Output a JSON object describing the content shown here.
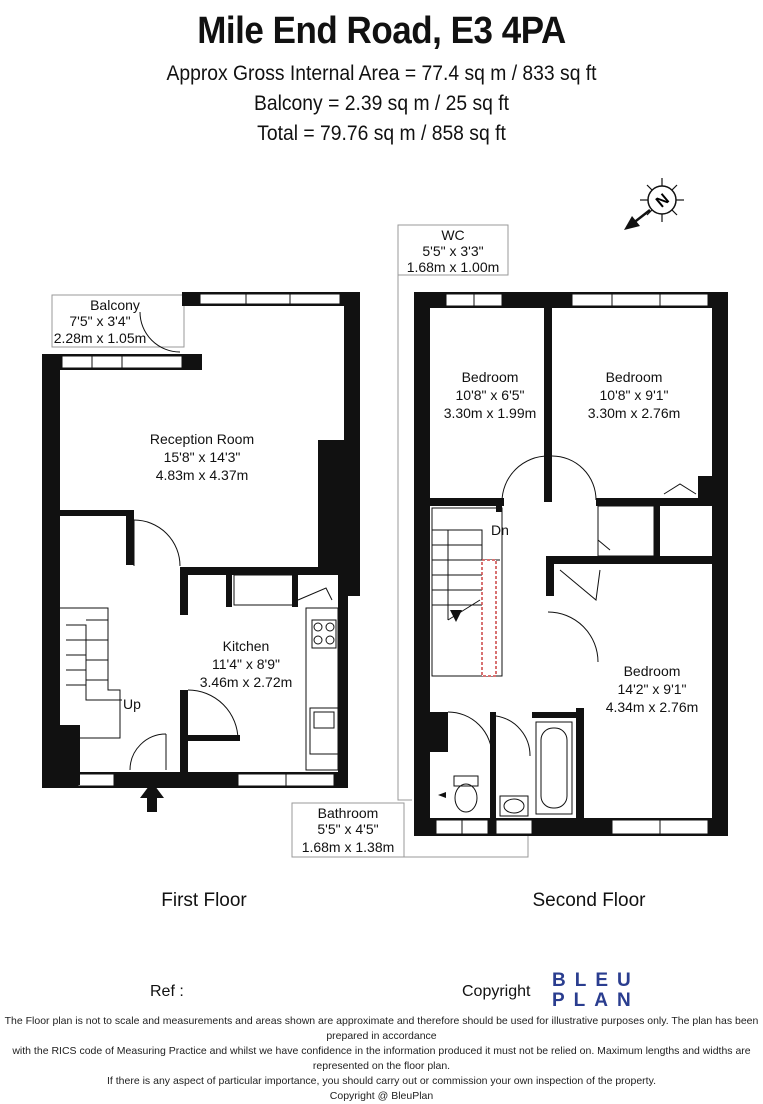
{
  "header": {
    "title": "Mile End Road, E3 4PA",
    "gross_area": "Approx Gross Internal Area = 77.4 sq m / 833 sq ft",
    "balcony_area": "Balcony = 2.39 sq m / 25 sq ft",
    "total_area": "Total = 79.76 sq m / 858 sq ft"
  },
  "compass": {
    "letter": "N",
    "icon": "north-arrow-icon"
  },
  "first_floor": {
    "label": "First Floor",
    "stairs_label": "Up",
    "rooms": {
      "balcony": {
        "name": "Balcony",
        "imperial": "7'5\" x 3'4\"",
        "metric": "2.28m x 1.05m"
      },
      "reception": {
        "name": "Reception Room",
        "imperial": "15'8\" x 14'3\"",
        "metric": "4.83m x 4.37m"
      },
      "kitchen": {
        "name": "Kitchen",
        "imperial": "11'4\" x 8'9\"",
        "metric": "3.46m x 2.72m"
      }
    }
  },
  "second_floor": {
    "label": "Second Floor",
    "stairs_label": "Dn",
    "rooms": {
      "wc": {
        "name": "WC",
        "imperial": "5'5\" x 3'3\"",
        "metric": "1.68m x 1.00m"
      },
      "bedroom1": {
        "name": "Bedroom",
        "imperial": "10'8\" x 6'5\"",
        "metric": "3.30m x 1.99m"
      },
      "bedroom2": {
        "name": "Bedroom",
        "imperial": "10'8\" x 9'1\"",
        "metric": "3.30m x 2.76m"
      },
      "bedroom3": {
        "name": "Bedroom",
        "imperial": "14'2\" x 9'1\"",
        "metric": "4.34m x 2.76m"
      },
      "bathroom": {
        "name": "Bathroom",
        "imperial": "5'5\" x 4'5\"",
        "metric": "1.68m x 1.38m"
      }
    }
  },
  "footer": {
    "ref_label": "Ref :",
    "copyright_label": "Copyright",
    "brand_line1": "BLEU",
    "brand_line2": "PLAN",
    "brand_color": "#2a3d8f",
    "disclaimer_line1": "The Floor plan is not to scale and measurements and areas shown are approximate and therefore should be used for illustrative purposes only. The plan has been prepared in accordance",
    "disclaimer_line2": "with the RICS code of Measuring Practice and whilst we have confidence in the information produced it must not be relied on. Maximum lengths and widths are represented on the floor plan.",
    "disclaimer_line3": "If there is any aspect of particular importance, you should carry out or commission your own inspection of the property.",
    "disclaimer_line4": "Copyright @ BleuPlan"
  }
}
